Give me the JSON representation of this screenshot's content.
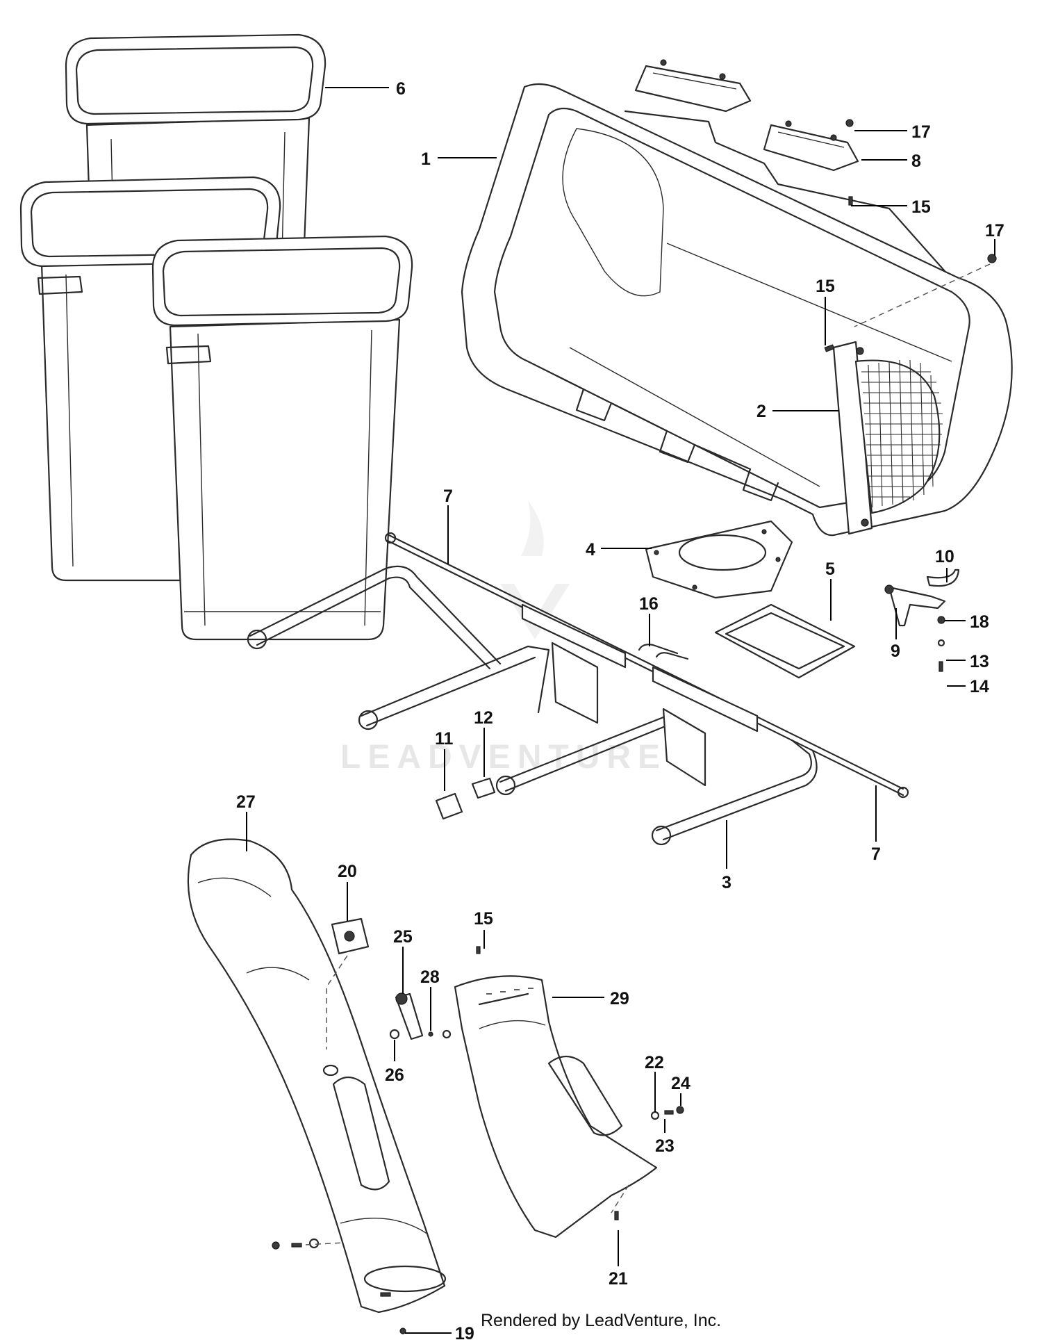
{
  "diagram": {
    "watermark": "LEADVENTURE",
    "credit": "Rendered by LeadVenture, Inc.",
    "callouts": {
      "p1": "1",
      "p2": "2",
      "p3": "3",
      "p4": "4",
      "p5": "5",
      "p6": "6",
      "p7a": "7",
      "p7b": "7",
      "p8": "8",
      "p9": "9",
      "p10": "10",
      "p11": "11",
      "p12": "12",
      "p13": "13",
      "p14": "14",
      "p15a": "15",
      "p15b": "15",
      "p15c": "15",
      "p16": "16",
      "p17a": "17",
      "p17b": "17",
      "p18": "18",
      "p19": "19",
      "p20": "20",
      "p21": "21",
      "p22": "22",
      "p23": "23",
      "p24": "24",
      "p25": "25",
      "p26": "26",
      "p27": "27",
      "p28": "28",
      "p29": "29"
    }
  }
}
